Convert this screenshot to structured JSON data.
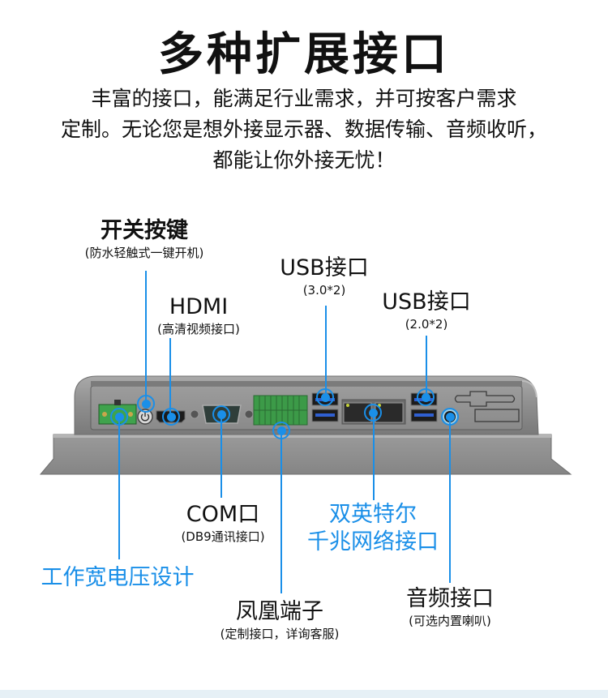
{
  "header": {
    "title": "多种扩展接口",
    "intro_lines": [
      "丰富的接口，能满足行业需求，并可按客户需求",
      "定制。无论您是想外接显示器、数据传输、音频收听，",
      "都能让你外接无忧！"
    ]
  },
  "callouts": {
    "power_button": {
      "title": "开关按键",
      "sub": "(防水轻触式一键开机)"
    },
    "hdmi": {
      "title": "HDMI",
      "sub": "(高清视频接口)"
    },
    "usb3": {
      "title": "USB接口",
      "sub": "(3.0*2)"
    },
    "usb2": {
      "title": "USB接口",
      "sub": "(2.0*2)"
    },
    "com": {
      "title": "COM口",
      "sub": "(DB9通讯接口)"
    },
    "power_input": {
      "title": "工作宽电压设计"
    },
    "ethernet": {
      "title_line1": "双英特尔",
      "title_line2": "千兆网络接口"
    },
    "phoenix": {
      "title": "凤凰端子",
      "sub": "(定制接口，详询客服)"
    },
    "audio": {
      "title": "音频接口",
      "sub": "(可选内置喇叭)"
    }
  },
  "colors": {
    "accent": "#1a8fe8",
    "device_body": "#8a8a8a",
    "terminal_green": "#3fa34d",
    "usb_blue": "#2f5fd0"
  }
}
